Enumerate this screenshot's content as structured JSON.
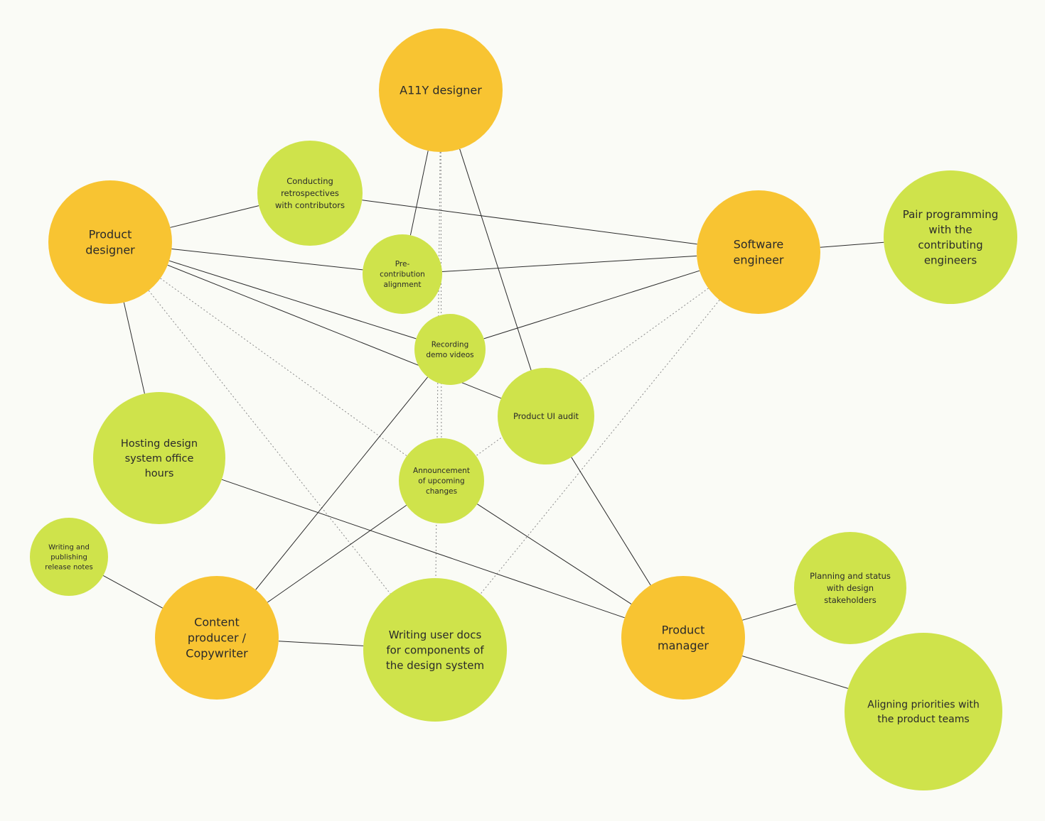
{
  "colors": {
    "background": "#fafbf6",
    "role": "#f8c432",
    "activity": "#cfe34b",
    "edge": "#2a2a2a",
    "edge_dotted": "#8a8a8a"
  },
  "nodes": {
    "a11y_designer": {
      "label": [
        "A11Y designer"
      ],
      "kind": "role"
    },
    "product_designer": {
      "label": [
        "Product",
        "designer"
      ],
      "kind": "role"
    },
    "software_engineer": {
      "label": [
        "Software",
        "engineer"
      ],
      "kind": "role"
    },
    "content_producer": {
      "label": [
        "Content",
        "producer /",
        "Copywriter"
      ],
      "kind": "role"
    },
    "product_manager": {
      "label": [
        "Product",
        "manager"
      ],
      "kind": "role"
    },
    "conducting_retros": {
      "label": [
        "Conducting",
        "retrospectives",
        "with contributors"
      ],
      "kind": "activity"
    },
    "pair_programming": {
      "label": [
        "Pair programming",
        "with the",
        "contributing",
        "engineers"
      ],
      "kind": "activity"
    },
    "pre_contribution": {
      "label": [
        "Pre-",
        "contribution",
        "alignment"
      ],
      "kind": "activity"
    },
    "recording_demo": {
      "label": [
        "Recording",
        "demo videos"
      ],
      "kind": "activity"
    },
    "product_ui_audit": {
      "label": [
        "Product UI audit"
      ],
      "kind": "activity"
    },
    "hosting_office_hours": {
      "label": [
        "Hosting design",
        "system office",
        "hours"
      ],
      "kind": "activity"
    },
    "announcement": {
      "label": [
        "Announcement",
        "of upcoming",
        "changes"
      ],
      "kind": "activity"
    },
    "release_notes": {
      "label": [
        "Writing and",
        "publishing",
        "release notes"
      ],
      "kind": "activity"
    },
    "user_docs": {
      "label": [
        "Writing user docs",
        "for components of",
        "the design system"
      ],
      "kind": "activity"
    },
    "planning_status": {
      "label": [
        "Planning and status",
        "with design",
        "stakeholders"
      ],
      "kind": "activity"
    },
    "aligning_priorities": {
      "label": [
        "Aligning priorities with",
        "the product teams"
      ],
      "kind": "activity"
    }
  },
  "edges": [
    {
      "from": "product_designer",
      "to": "conducting_retros",
      "style": "solid"
    },
    {
      "from": "conducting_retros",
      "to": "software_engineer",
      "style": "solid"
    },
    {
      "from": "product_designer",
      "to": "pre_contribution",
      "style": "solid"
    },
    {
      "from": "pre_contribution",
      "to": "software_engineer",
      "style": "solid"
    },
    {
      "from": "product_designer",
      "to": "recording_demo",
      "style": "solid"
    },
    {
      "from": "product_designer",
      "to": "product_ui_audit",
      "style": "solid"
    },
    {
      "from": "product_designer",
      "to": "hosting_office_hours",
      "style": "solid"
    },
    {
      "from": "product_designer",
      "to": "announcement",
      "style": "dotted"
    },
    {
      "from": "product_designer",
      "to": "user_docs",
      "style": "dotted"
    },
    {
      "from": "a11y_designer",
      "to": "pre_contribution",
      "style": "solid"
    },
    {
      "from": "a11y_designer",
      "to": "product_ui_audit",
      "style": "solid"
    },
    {
      "from": "a11y_designer",
      "to": "user_docs",
      "style": "dotted"
    },
    {
      "from": "a11y_designer",
      "to": "announcement",
      "style": "dotted"
    },
    {
      "from": "software_engineer",
      "to": "pair_programming",
      "style": "solid"
    },
    {
      "from": "software_engineer",
      "to": "recording_demo",
      "style": "solid"
    },
    {
      "from": "software_engineer",
      "to": "announcement",
      "style": "dotted"
    },
    {
      "from": "software_engineer",
      "to": "user_docs",
      "style": "dotted"
    },
    {
      "from": "recording_demo",
      "to": "content_producer",
      "style": "solid"
    },
    {
      "from": "announcement",
      "to": "content_producer",
      "style": "solid"
    },
    {
      "from": "announcement",
      "to": "product_manager",
      "style": "solid"
    },
    {
      "from": "product_ui_audit",
      "to": "product_manager",
      "style": "solid"
    },
    {
      "from": "hosting_office_hours",
      "to": "product_manager",
      "style": "solid"
    },
    {
      "from": "release_notes",
      "to": "content_producer",
      "style": "solid"
    },
    {
      "from": "content_producer",
      "to": "user_docs",
      "style": "solid"
    },
    {
      "from": "product_manager",
      "to": "planning_status",
      "style": "solid"
    },
    {
      "from": "product_manager",
      "to": "aligning_priorities",
      "style": "solid"
    }
  ]
}
